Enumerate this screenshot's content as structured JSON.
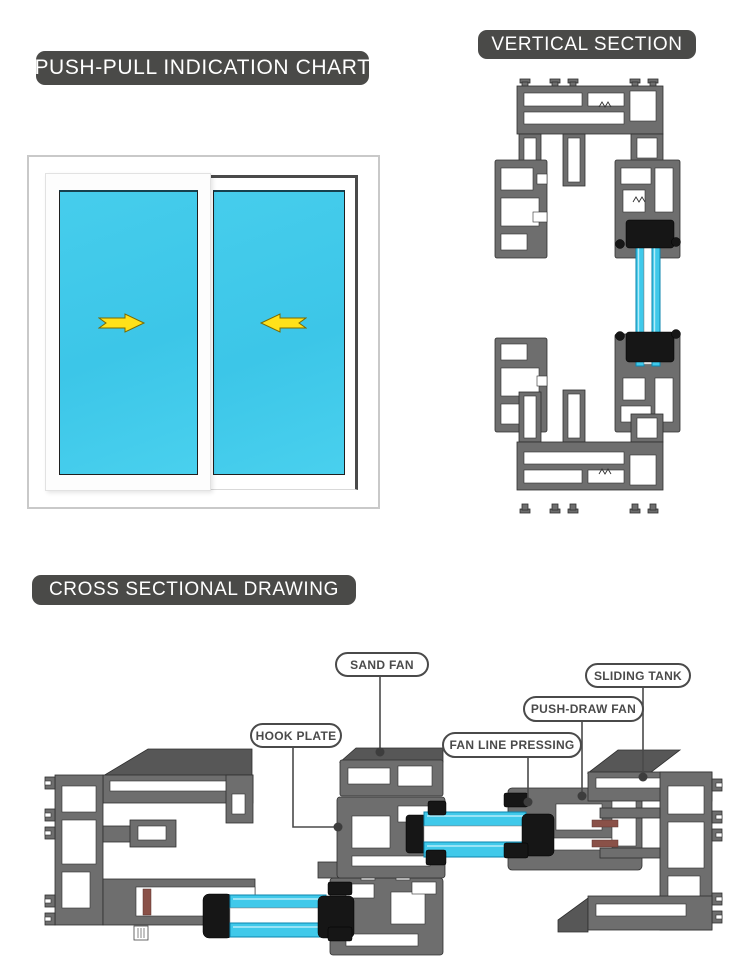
{
  "banners": {
    "push_pull": "PUSH-PULL INDICATION CHART",
    "vertical": "VERTICAL SECTION",
    "cross": "CROSS SECTIONAL DRAWING"
  },
  "callouts": {
    "sand_fan": "SAND FAN",
    "sliding_tank": "SLIDING TANK",
    "push_draw_fan": "PUSH-DRAW FAN",
    "hook_plate": "HOOK PLATE",
    "fan_line_pressing": "FAN LINE PRESSING"
  },
  "window_chart": {
    "left_panel_arrow_direction": "right",
    "right_panel_arrow_direction": "left"
  },
  "colors": {
    "banner_bg": "#4a4a48",
    "banner_text": "#ffffff",
    "glass_cyan": "#40c9ea",
    "glass_edge": "#0d85ad",
    "arrow_yellow": "#ffe11a",
    "profile_wall_gray": "#6e6e6e",
    "profile_extrusion_gray": "#575757",
    "gasket_black": "#161616",
    "seal_brown": "#8a5148",
    "callout_border": "#4a4a4a"
  },
  "icons": {
    "left_panel_arrow": "arrow-right-icon",
    "right_panel_arrow": "arrow-left-icon"
  }
}
